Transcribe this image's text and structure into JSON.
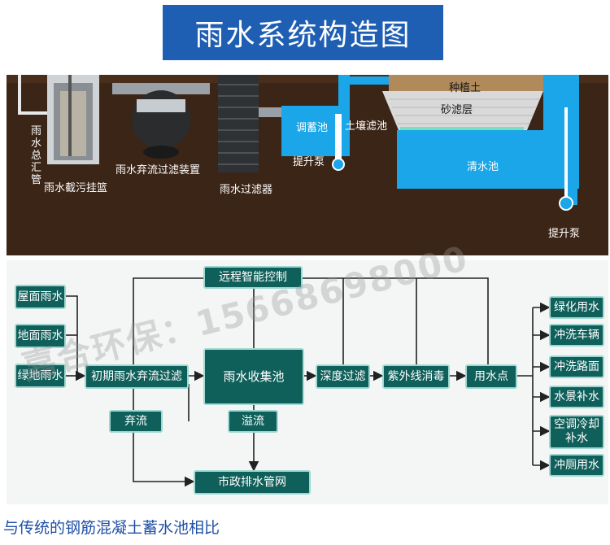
{
  "title": "雨水系统构造图",
  "illustration": {
    "labels": {
      "main_pipe": "雨水总汇管",
      "basket": "雨水截污挂篮",
      "diverter": "雨水弃流过滤装置",
      "filter": "雨水过滤器",
      "regulating_tank": "调蓄池",
      "pump1": "提升泵",
      "soil_filter": "土壤滤池",
      "planting_soil": "种植土",
      "sand_layer": "砂滤层",
      "clear_tank": "清水池",
      "pump2": "提升泵"
    }
  },
  "flowchart": {
    "sources": [
      "屋面雨水",
      "地面雨水",
      "绿地雨水"
    ],
    "initial": "初期雨水弃流过滤",
    "remote": "远程智能控制",
    "collection": "雨水收集池",
    "depth_filter": "深度过滤",
    "uv": "紫外线消毒",
    "use_point": "用水点",
    "discard": "弃流",
    "overflow": "溢流",
    "municipal": "市政排水管网",
    "uses": [
      "绿化用水",
      "冲洗车辆",
      "冲洗路面",
      "水景补水",
      "空调冷却补水",
      "冲厕用水"
    ]
  },
  "watermark": "嘉合环保：15668698000",
  "caption": "与传统的钢筋混凝土蓄水池相比",
  "colors": {
    "title_bg": "#1f5fb3",
    "node_bg": "#0f5f5a",
    "water_blue": "#1aa6e8",
    "soil": "#3a2416",
    "caption": "#1f4fa6"
  }
}
